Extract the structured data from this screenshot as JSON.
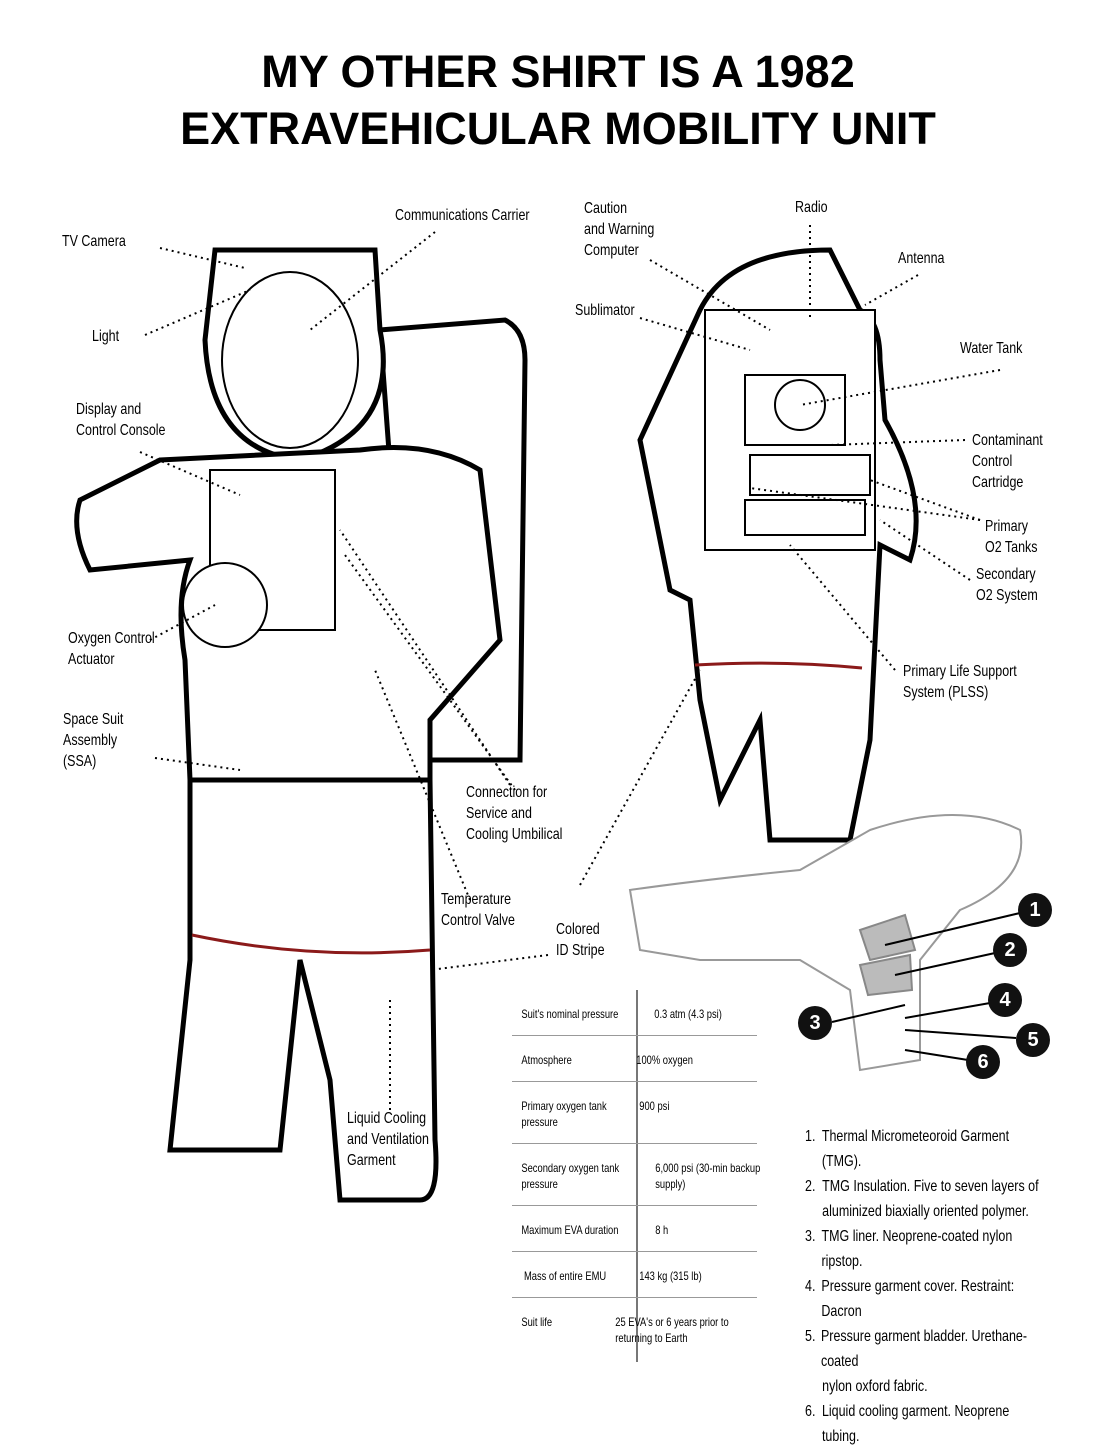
{
  "title": {
    "line1": "MY OTHER SHIRT IS A 1982",
    "line2": "EXTRAVEHICULAR MOBILITY UNIT"
  },
  "front_labels": {
    "tv_camera": [
      "TV Camera"
    ],
    "communications_carrier": [
      "Communications Carrier"
    ],
    "light": [
      "Light"
    ],
    "display_console": [
      "Display and",
      "Control Console"
    ],
    "oxygen_actuator": [
      "Oxygen Control",
      "Actuator"
    ],
    "ssa": [
      "Space Suit",
      "Assembly",
      "(SSA)"
    ],
    "umbilical": [
      "Connection for",
      "Service and",
      "Cooling Umbilical"
    ],
    "temp_valve": [
      "Temperature",
      "Control Valve"
    ],
    "id_stripe": [
      "Colored",
      "ID Stripe"
    ],
    "lcvg": [
      "Liquid Cooling",
      "and Ventilation",
      "Garment"
    ]
  },
  "back_labels": {
    "caution_computer": [
      "Caution",
      "and Warning",
      "Computer"
    ],
    "radio": [
      "Radio"
    ],
    "antenna": [
      "Antenna"
    ],
    "sublimator": [
      "Sublimator"
    ],
    "water_tank": [
      "Water Tank"
    ],
    "contaminant": [
      "Contaminant",
      "Control",
      "Cartridge"
    ],
    "primary_o2": [
      "Primary",
      "O2 Tanks"
    ],
    "secondary_o2": [
      "Secondary",
      "O2 System"
    ],
    "plss": [
      "Primary Life Support",
      "System (PLSS)"
    ]
  },
  "specs": [
    {
      "k": "Suit's nominal pressure",
      "v": "0.3 atm (4.3 psi)"
    },
    {
      "k": "Atmosphere",
      "v": "100% oxygen"
    },
    {
      "k": "Primary oxygen tank\npressure",
      "v": "900 psi"
    },
    {
      "k": "Secondary oxygen tank\npressure",
      "v": "6,000 psi (30-min backup\nsupply)"
    },
    {
      "k": "Maximum EVA duration",
      "v": "8 h"
    },
    {
      "k": " Mass of entire EMU",
      "v": "143 kg (315 lb)"
    },
    {
      "k": "Suit life",
      "v": "25 EVA's or 6 years prior to\nreturning to Earth"
    }
  ],
  "layers": [
    {
      "n": "1.",
      "text": "Thermal Micrometeoroid Garment (TMG)."
    },
    {
      "n": "2.",
      "text": "TMG Insulation. Five to seven layers of"
    },
    {
      "n": "",
      "text": "aluminized biaxially oriented polymer."
    },
    {
      "n": "3.",
      "text": "TMG liner. Neoprene-coated nylon ripstop."
    },
    {
      "n": "4.",
      "text": "Pressure garment cover. Restraint: Dacron"
    },
    {
      "n": "5.",
      "text": "Pressure garment bladder. Urethane-coated"
    },
    {
      "n": "",
      "text": "nylon oxford fabric."
    },
    {
      "n": "6.",
      "text": "Liquid cooling garment. Neoprene tubing."
    }
  ],
  "markers": [
    "1",
    "2",
    "3",
    "4",
    "5",
    "6"
  ],
  "colors": {
    "stripe": "#8b1a1a",
    "layer_fill": "#bbbbbb"
  }
}
